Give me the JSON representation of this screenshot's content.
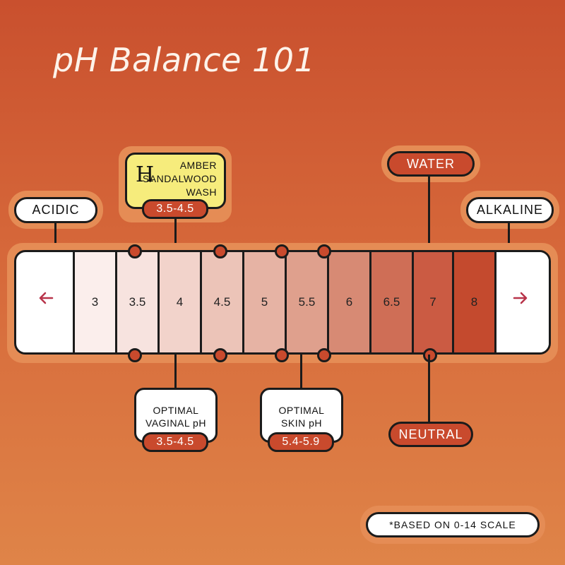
{
  "title": "pH Balance 101",
  "labels": {
    "acidic": "ACIDIC",
    "alkaline": "ALKALINE",
    "water": "WATER",
    "neutral": "NEUTRAL"
  },
  "product": {
    "logo": "H",
    "name_line1": "AMBER",
    "name_line2": "SANDALWOOD",
    "name_line3": "WASH",
    "range": "3.5-4.5"
  },
  "vaginal": {
    "line1": "OPTIMAL",
    "line2": "VAGINAL pH",
    "range": "3.5-4.5"
  },
  "skin": {
    "line1": "OPTIMAL",
    "line2": "SKIN pH",
    "range": "5.4-5.9"
  },
  "scale": {
    "cells": [
      "3",
      "3.5",
      "4",
      "4.5",
      "5",
      "5.5",
      "6",
      "6.5",
      "7",
      "8"
    ],
    "colors": [
      "#fbeeec",
      "#f7e3df",
      "#f2d3cb",
      "#ecc4b8",
      "#e6b3a4",
      "#dfa08d",
      "#d78a74",
      "#cf6e56",
      "#cb5b43",
      "#c44a2e"
    ],
    "left_arrow": "arrow-left-icon",
    "right_arrow": "arrow-right-icon"
  },
  "footnote": "*BASED ON 0-14 SCALE"
}
